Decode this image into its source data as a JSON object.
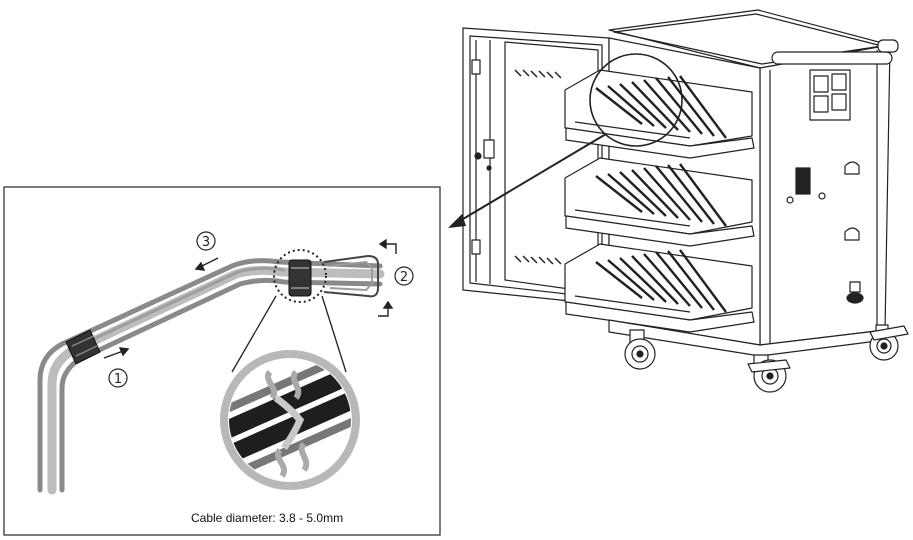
{
  "steps": [
    {
      "number": "1",
      "direction_arrow": "right"
    },
    {
      "number": "2",
      "direction_arrow": "curved"
    },
    {
      "number": "3",
      "direction_arrow": "left"
    }
  ],
  "caption": "Cable diameter: 3.8 - 5.0mm",
  "colors": {
    "line": "#222222",
    "cable_gray": "#8a8a8a",
    "cable_light": "#bdbdbd",
    "cable_dark": "#1e1e1e",
    "panel_border": "#444444",
    "zoom_ring": "#b8b8b8"
  }
}
